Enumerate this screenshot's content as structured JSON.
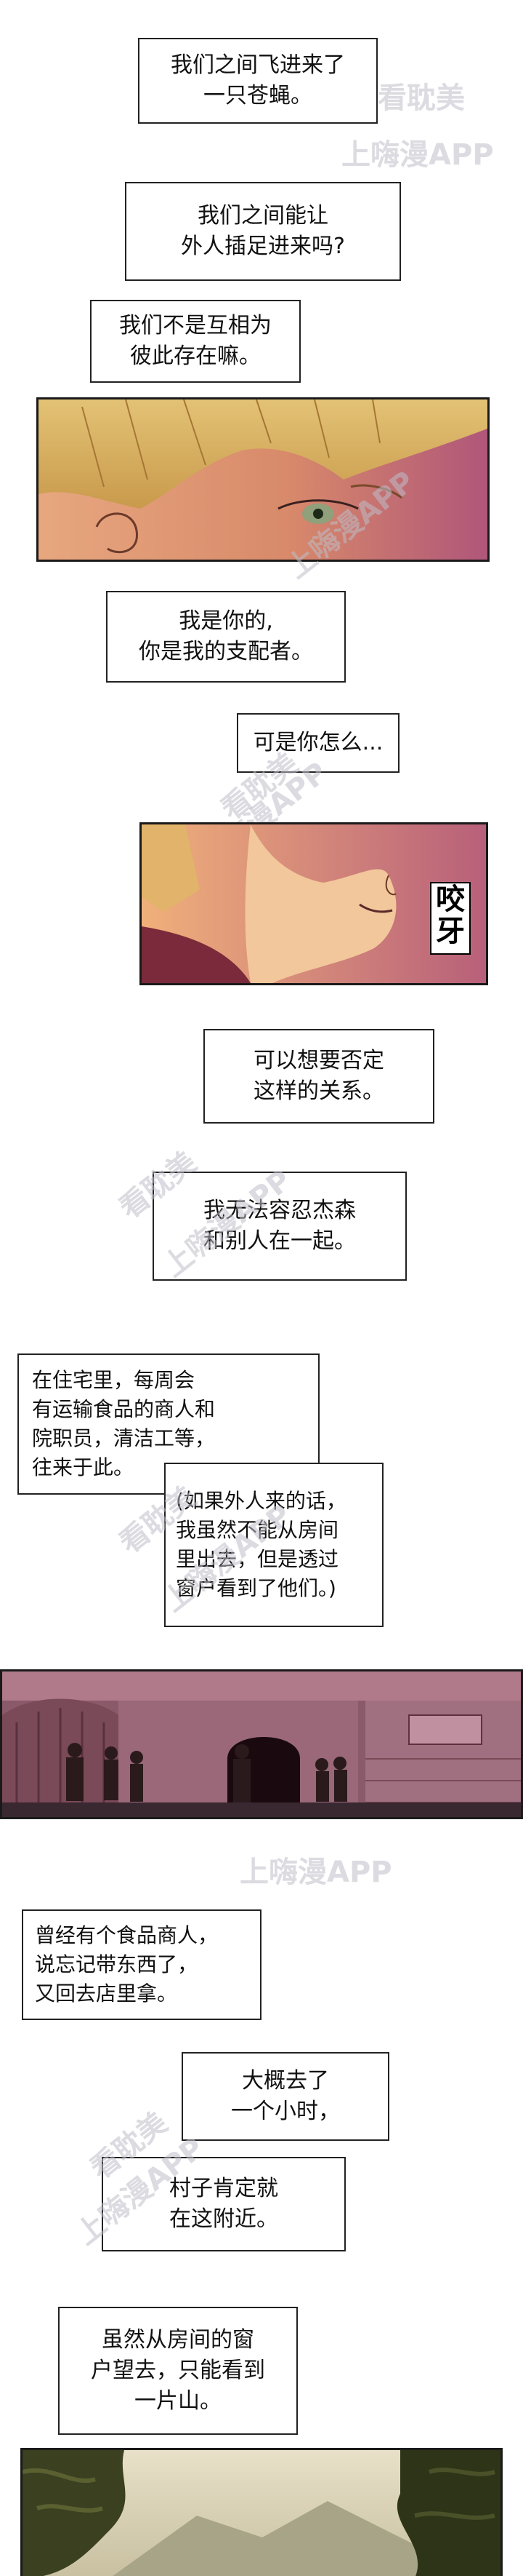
{
  "bubbles": {
    "b1": "我们之间飞进来了\n一只苍蝇。",
    "b2": "我们之间能让\n外人插足进来吗?",
    "b3": "我们不是互相为\n彼此存在嘛。",
    "b4": "我是你的,\n你是我的支配者。",
    "b5": "可是你怎么...",
    "b6": "可以想要否定\n这样的关系。",
    "b7": "我无法容忍杰森\n和别人在一起。",
    "b8": "在住宅里，每周会\n有运输食品的商人和\n院职员，清洁工等，\n往来于此。",
    "b9": "(如果外人来的话，\n我虽然不能从房间\n里出去，但是透过\n窗户看到了他们。)",
    "b10": "曾经有个食品商人，\n说忘记带东西了，\n又回去店里拿。",
    "b11": "大概去了\n一个小时，",
    "b12": "村子肯定就\n在这附近。",
    "b13": "虽然从房间的窗\n户望去，只能看到\n一片山。"
  },
  "sfx": {
    "bite": "咬\n牙"
  },
  "watermarks": {
    "brand_cn": "看耽美",
    "brand_app": "上嗨漫APP"
  },
  "colors": {
    "panel_border": "#1a1a1a",
    "watermark": "#bebec8"
  }
}
